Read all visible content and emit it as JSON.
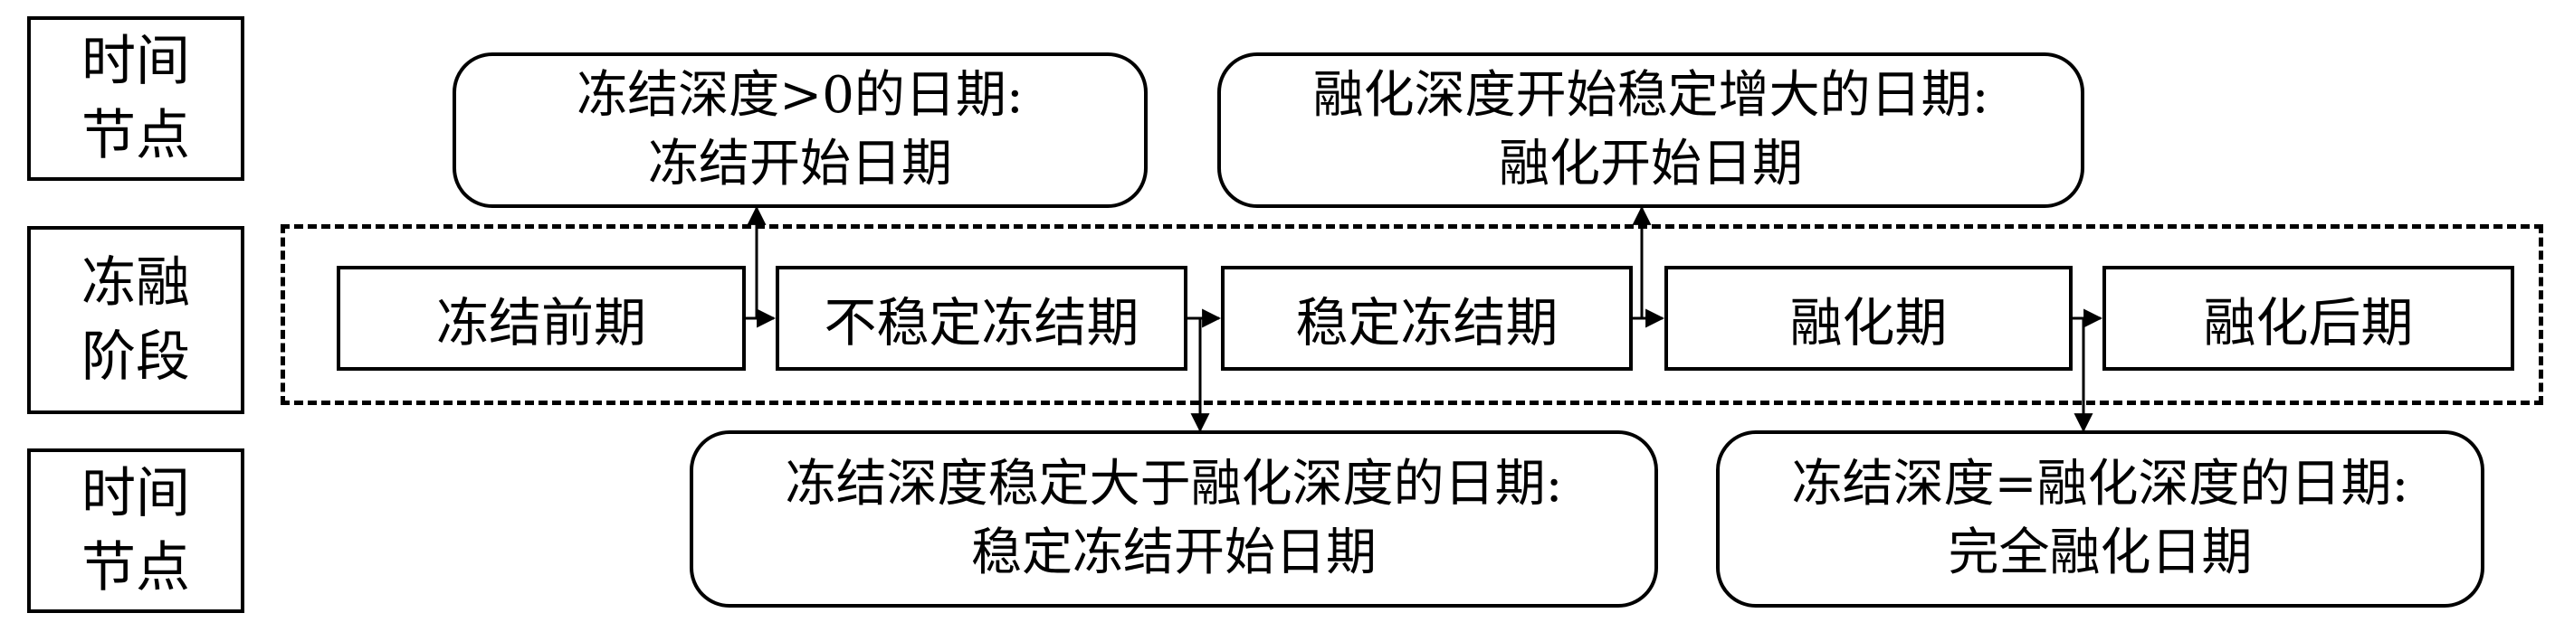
{
  "row_labels": {
    "top": [
      "时间",
      "节点"
    ],
    "middle": [
      "冻融",
      "阶段"
    ],
    "bottom": [
      "时间",
      "节点"
    ]
  },
  "stages": [
    "冻结前期",
    "不稳定冻结期",
    "稳定冻结期",
    "融化期",
    "融化后期"
  ],
  "top_nodes": [
    {
      "line1": "冻结深度>0的日期:",
      "line2": "冻结开始日期"
    },
    {
      "line1": "融化深度开始稳定增大的日期:",
      "line2": "融化开始日期"
    }
  ],
  "bottom_nodes": [
    {
      "line1": "冻结深度稳定大于融化深度的日期:",
      "line2": "稳定冻结开始日期"
    },
    {
      "line1": "冻结深度=融化深度的日期:",
      "line2": "完全融化日期"
    }
  ]
}
